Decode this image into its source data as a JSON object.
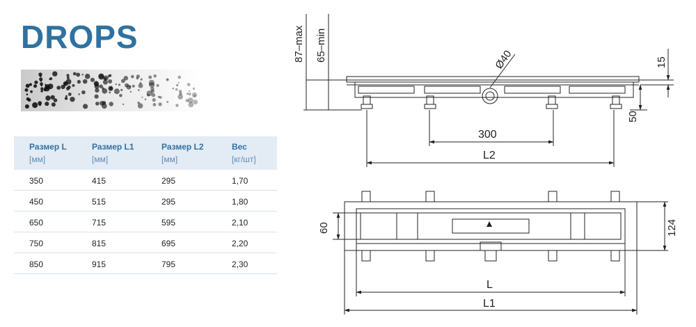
{
  "product": {
    "title": "DROPS"
  },
  "table": {
    "headers": [
      {
        "name": "Размер L",
        "unit": "[мм]"
      },
      {
        "name": "Размер L1",
        "unit": "[мм]"
      },
      {
        "name": "Размер L2",
        "unit": "[мм]"
      },
      {
        "name": "Вес",
        "unit": "[кг/шт]"
      }
    ],
    "rows": [
      [
        "350",
        "415",
        "295",
        "1,70"
      ],
      [
        "450",
        "515",
        "295",
        "1,80"
      ],
      [
        "650",
        "715",
        "595",
        "2,10"
      ],
      [
        "750",
        "815",
        "695",
        "2,20"
      ],
      [
        "850",
        "915",
        "795",
        "2,30"
      ]
    ]
  },
  "side_view": {
    "dim_87_max": "87–max",
    "dim_65_min": "65–min",
    "dim_diameter": "Ø40",
    "dim_15": "15",
    "dim_50": "50",
    "dim_300": "300",
    "dim_L2": "L2"
  },
  "top_view": {
    "dim_60": "60",
    "dim_124": "124",
    "dim_L": "L",
    "dim_L1": "L1"
  }
}
